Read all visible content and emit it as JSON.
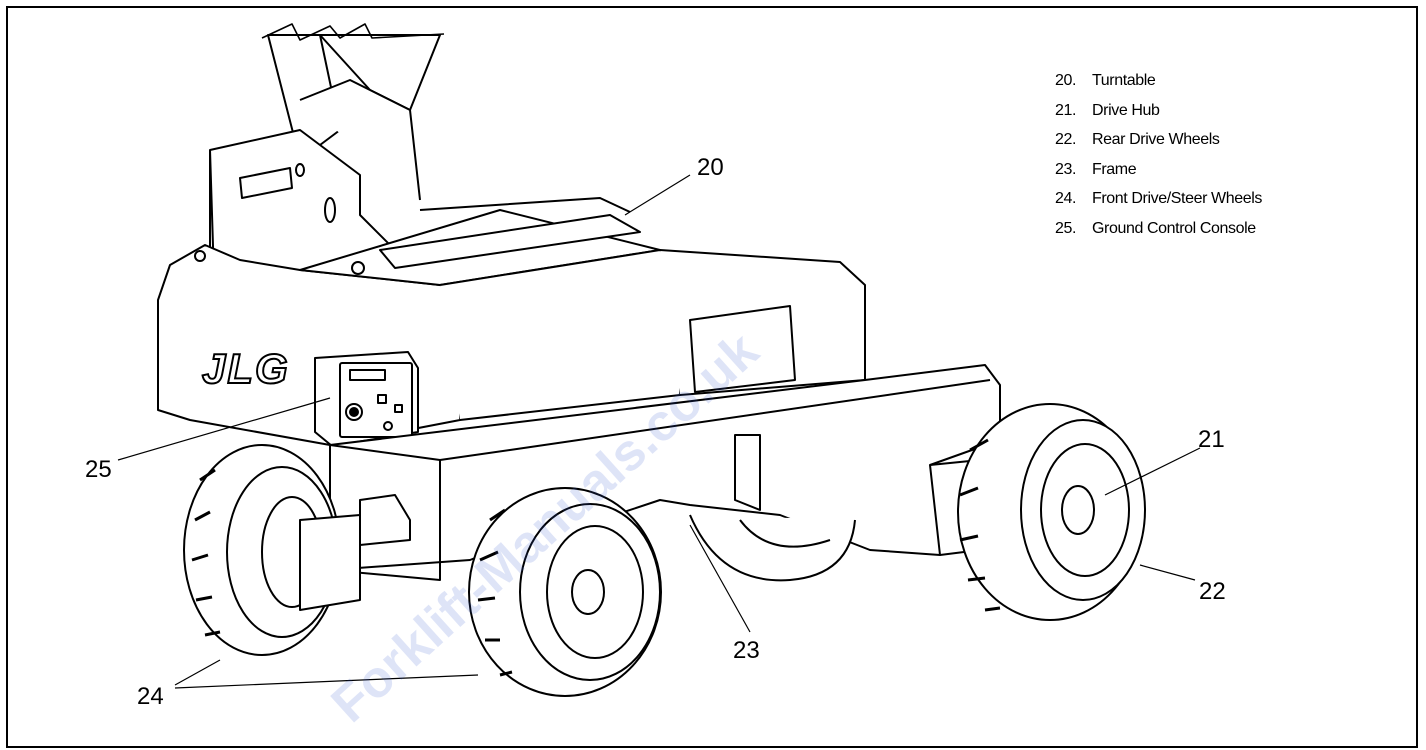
{
  "legend": [
    {
      "num": "20.",
      "label": "Turntable"
    },
    {
      "num": "21.",
      "label": "Drive Hub"
    },
    {
      "num": "22.",
      "label": "Rear Drive Wheels"
    },
    {
      "num": "23.",
      "label": "Frame"
    },
    {
      "num": "24.",
      "label": "Front Drive/Steer Wheels"
    },
    {
      "num": "25.",
      "label": "Ground Control Console"
    }
  ],
  "callouts": {
    "c20": "20",
    "c21": "21",
    "c22": "22",
    "c23": "23",
    "c24": "24",
    "c25": "25"
  },
  "logo_text": "JLG",
  "watermark": "Forklift-Manuals.co.uk",
  "colors": {
    "line": "#000000",
    "watermark": "#3b5fd4"
  }
}
